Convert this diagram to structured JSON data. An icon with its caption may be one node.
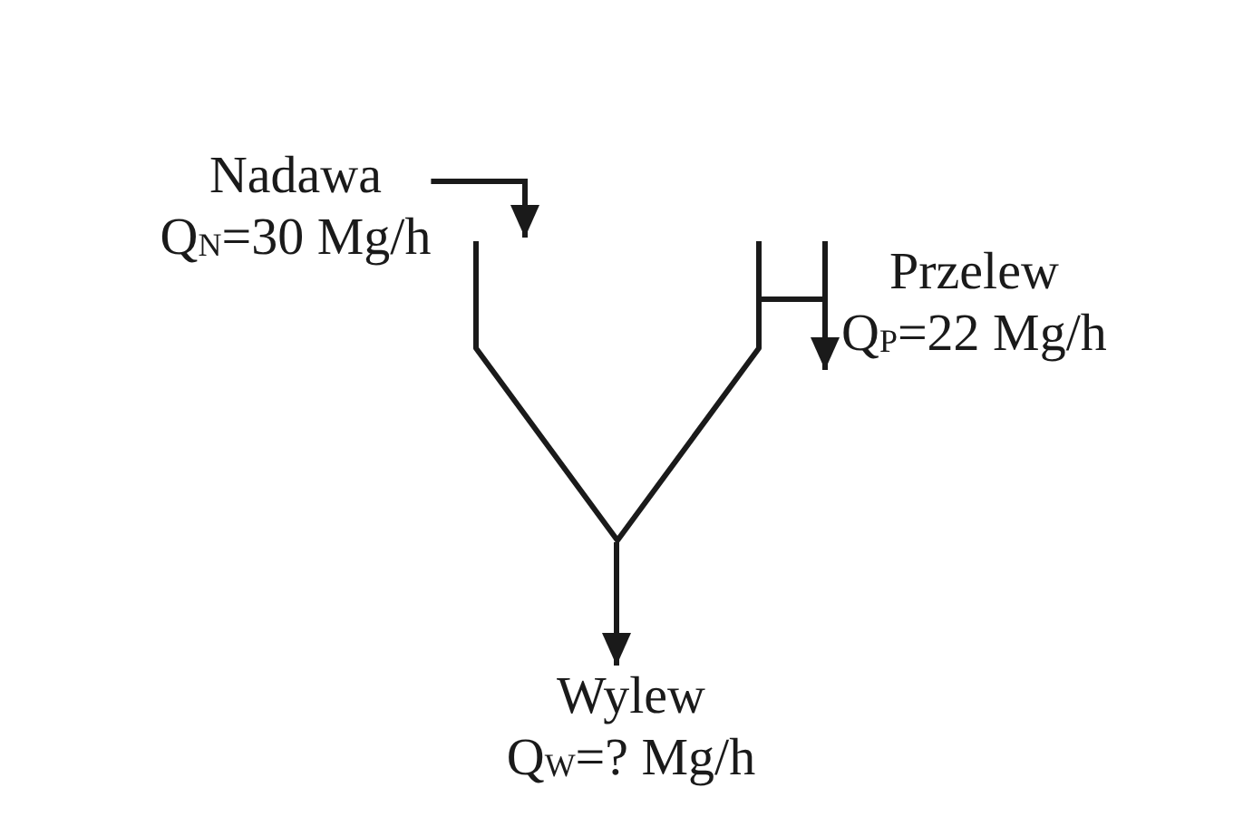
{
  "diagram": {
    "nodes": [
      {
        "text": [
          "Nadawa",
          "Q$_{N}$=30 Mg/h"
        ]
      },
      {
        "text": [],
        "shape": "funnel"
      },
      {
        "text": [
          "Przelew",
          "Q$_{P}$=22 Mg/h"
        ]
      },
      {
        "text": [
          "Wylew",
          "Q$_{W}$=? Mg/h"
        ]
      }
    ],
    "edges": [
      {
        "from": 0,
        "to": 1,
        "arrow": "to"
      },
      {
        "from": 1,
        "to": 2,
        "arrow": "to"
      },
      {
        "from": 1,
        "to": 3,
        "arrow": "to"
      }
    ]
  }
}
